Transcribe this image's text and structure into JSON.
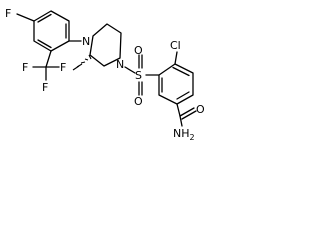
{
  "atoms": {
    "fluoro_aryl": "F",
    "trifluoro_1": "F",
    "trifluoro_2": "F",
    "trifluoro_3": "F",
    "piperazine_n_top": "N",
    "piperazine_n_bottom": "N",
    "sulfonyl_s": "S",
    "sulfonyl_o_upper": "O",
    "sulfonyl_o_lower": "O",
    "chloro": "Cl",
    "amide_o": "O",
    "amide_nh2": "NH",
    "amide_nh2_sub": "2"
  }
}
